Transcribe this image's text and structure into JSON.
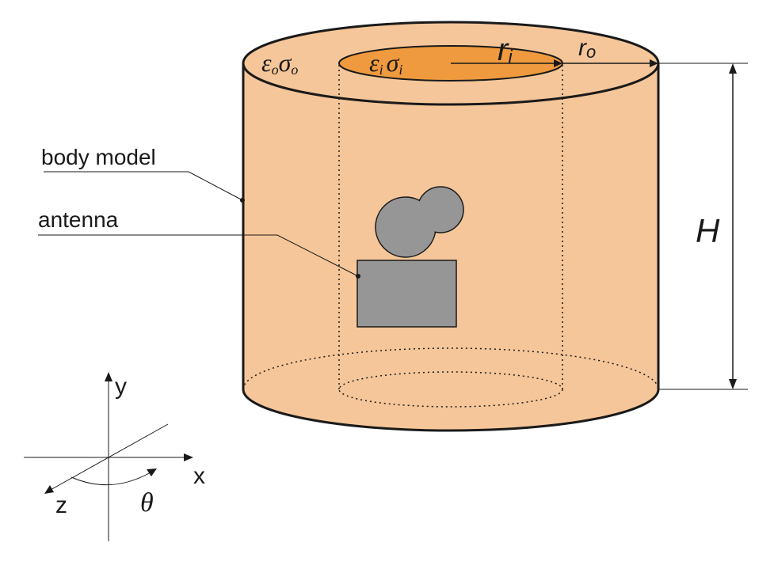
{
  "labels": {
    "body_model": "body model",
    "antenna": "antenna",
    "height": "H",
    "outer_radius": "r",
    "outer_radius_sub": "o",
    "inner_radius": "r",
    "inner_radius_sub": "i",
    "outer_eps": "ε",
    "outer_eps_sub": "o",
    "outer_sigma": "σ",
    "outer_sigma_sub": "o",
    "inner_eps": "ε",
    "inner_eps_sub": "i",
    "inner_sigma": "σ",
    "inner_sigma_sub": "i"
  },
  "axes": {
    "x": "x",
    "y": "y",
    "z": "z",
    "theta": "θ"
  },
  "colors": {
    "outer_body": "#f5c699",
    "inner_top": "#ef9a3e",
    "antenna": "#969696",
    "stroke": "#1a1a1a"
  }
}
